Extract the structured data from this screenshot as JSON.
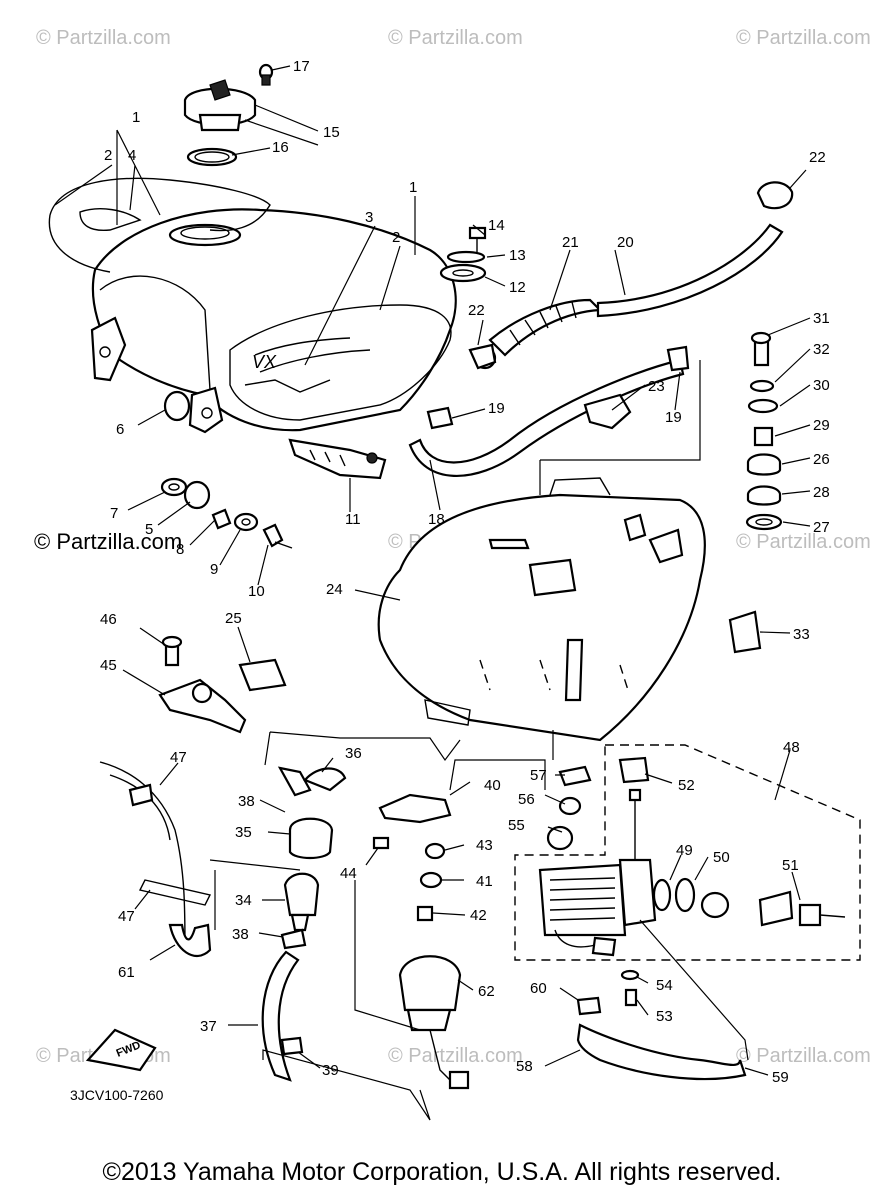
{
  "watermarks": [
    "© Partzilla.com",
    "© Partzilla.com",
    "© Partzilla.com",
    "© Partzilla.com",
    "© Partzilla.com",
    "© Partzilla.com",
    "© Partzilla.com",
    "© Partzilla.com"
  ],
  "side_watermark": "© Partzilla.com",
  "drawing_code": "3JCV100-7260",
  "fwd_label": "FWD",
  "copyright": "©2013  Yamaha Motor Corporation, U.S.A. All rights reserved.",
  "callouts": [
    {
      "id": "17",
      "label": "17"
    },
    {
      "id": "15",
      "label": "15"
    },
    {
      "id": "16",
      "label": "16"
    },
    {
      "id": "1a",
      "label": "1"
    },
    {
      "id": "2a",
      "label": "2"
    },
    {
      "id": "4",
      "label": "4"
    },
    {
      "id": "1b",
      "label": "1"
    },
    {
      "id": "3",
      "label": "3"
    },
    {
      "id": "2b",
      "label": "2"
    },
    {
      "id": "14",
      "label": "14"
    },
    {
      "id": "13",
      "label": "13"
    },
    {
      "id": "12",
      "label": "12"
    },
    {
      "id": "21",
      "label": "21"
    },
    {
      "id": "20",
      "label": "20"
    },
    {
      "id": "22a",
      "label": "22"
    },
    {
      "id": "22b",
      "label": "22"
    },
    {
      "id": "31",
      "label": "31"
    },
    {
      "id": "32",
      "label": "32"
    },
    {
      "id": "30",
      "label": "30"
    },
    {
      "id": "29",
      "label": "29"
    },
    {
      "id": "26",
      "label": "26"
    },
    {
      "id": "28",
      "label": "28"
    },
    {
      "id": "27",
      "label": "27"
    },
    {
      "id": "23",
      "label": "23"
    },
    {
      "id": "19a",
      "label": "19"
    },
    {
      "id": "19b",
      "label": "19"
    },
    {
      "id": "6",
      "label": "6"
    },
    {
      "id": "7",
      "label": "7"
    },
    {
      "id": "5",
      "label": "5"
    },
    {
      "id": "8",
      "label": "8"
    },
    {
      "id": "9",
      "label": "9"
    },
    {
      "id": "10",
      "label": "10"
    },
    {
      "id": "11",
      "label": "11"
    },
    {
      "id": "18",
      "label": "18"
    },
    {
      "id": "24",
      "label": "24"
    },
    {
      "id": "33",
      "label": "33"
    },
    {
      "id": "46",
      "label": "46"
    },
    {
      "id": "25",
      "label": "25"
    },
    {
      "id": "45",
      "label": "45"
    },
    {
      "id": "48",
      "label": "48"
    },
    {
      "id": "47a",
      "label": "47"
    },
    {
      "id": "36",
      "label": "36"
    },
    {
      "id": "38a",
      "label": "38"
    },
    {
      "id": "40",
      "label": "40"
    },
    {
      "id": "57",
      "label": "57"
    },
    {
      "id": "52",
      "label": "52"
    },
    {
      "id": "56",
      "label": "56"
    },
    {
      "id": "35",
      "label": "35"
    },
    {
      "id": "55",
      "label": "55"
    },
    {
      "id": "43",
      "label": "43"
    },
    {
      "id": "44",
      "label": "44"
    },
    {
      "id": "49",
      "label": "49"
    },
    {
      "id": "50",
      "label": "50"
    },
    {
      "id": "51",
      "label": "51"
    },
    {
      "id": "41",
      "label": "41"
    },
    {
      "id": "34",
      "label": "34"
    },
    {
      "id": "42",
      "label": "42"
    },
    {
      "id": "47b",
      "label": "47"
    },
    {
      "id": "38b",
      "label": "38"
    },
    {
      "id": "61",
      "label": "61"
    },
    {
      "id": "62",
      "label": "62"
    },
    {
      "id": "60",
      "label": "60"
    },
    {
      "id": "54",
      "label": "54"
    },
    {
      "id": "53",
      "label": "53"
    },
    {
      "id": "37",
      "label": "37"
    },
    {
      "id": "39",
      "label": "39"
    },
    {
      "id": "58",
      "label": "58"
    },
    {
      "id": "59",
      "label": "59"
    }
  ]
}
